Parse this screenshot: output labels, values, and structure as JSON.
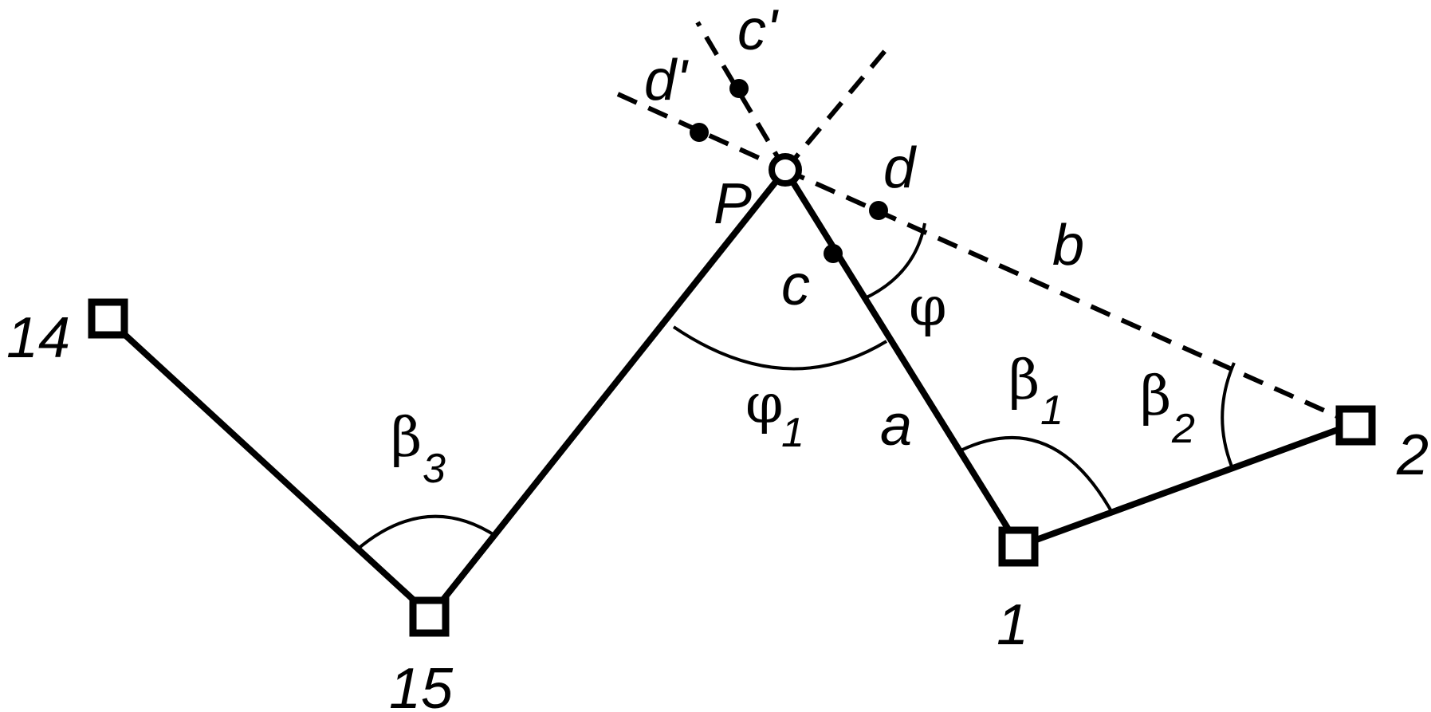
{
  "stations": {
    "s14": "14",
    "s15": "15",
    "s1": "1",
    "s2": "2"
  },
  "point": {
    "p": "P"
  },
  "segments": {
    "a": "a",
    "b": "b",
    "c": "c",
    "d": "d",
    "c_prime": "c'",
    "d_prime": "d'"
  },
  "angles": {
    "phi": "φ",
    "phi1_base": "φ",
    "phi1_sub": "1",
    "beta1_base": "β",
    "beta1_sub": "1",
    "beta2_base": "β",
    "beta2_sub": "2",
    "beta3_base": "β",
    "beta3_sub": "3"
  },
  "colors": {
    "stroke": "#000000",
    "background": "#ffffff"
  }
}
